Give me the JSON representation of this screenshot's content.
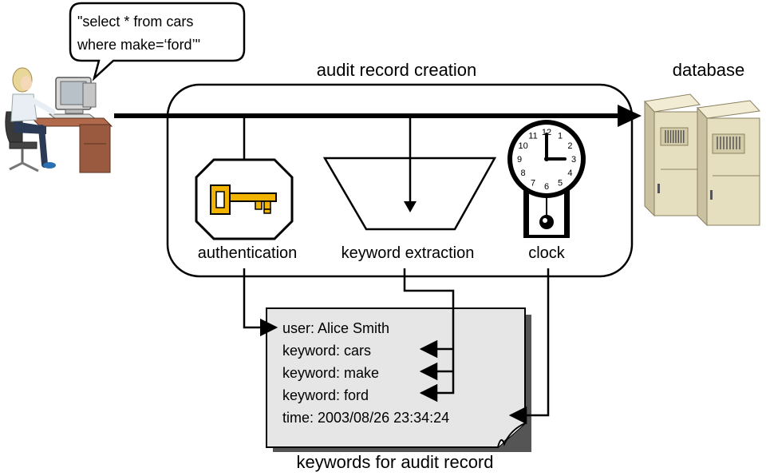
{
  "query_bubble": {
    "line1": "\"select * from cars",
    "line2": "where make=‘ford’\""
  },
  "labels": {
    "audit_creation": "audit record creation",
    "database": "database",
    "authentication": "authentication",
    "keyword_extraction": "keyword extraction",
    "clock": "clock",
    "keywords_caption": "keywords for audit record"
  },
  "clock_numbers": [
    "12",
    "1",
    "2",
    "3",
    "4",
    "5",
    "6",
    "7",
    "8",
    "9",
    "10",
    "11"
  ],
  "audit_record": {
    "lines": [
      "user: Alice Smith",
      "keyword: cars",
      "keyword: make",
      "keyword: ford",
      "time: 2003/08/26 23:34:24"
    ]
  },
  "icons": {
    "user": "person-at-computer-icon",
    "database": "server-cabinets-icon",
    "authentication": "key-icon",
    "keyword_extraction": "funnel-icon",
    "clock": "pendulum-clock-icon"
  },
  "colors": {
    "key_gold": "#f2b400",
    "record_fill": "#e6e6e6",
    "server_fill": "#e6dfbf"
  }
}
